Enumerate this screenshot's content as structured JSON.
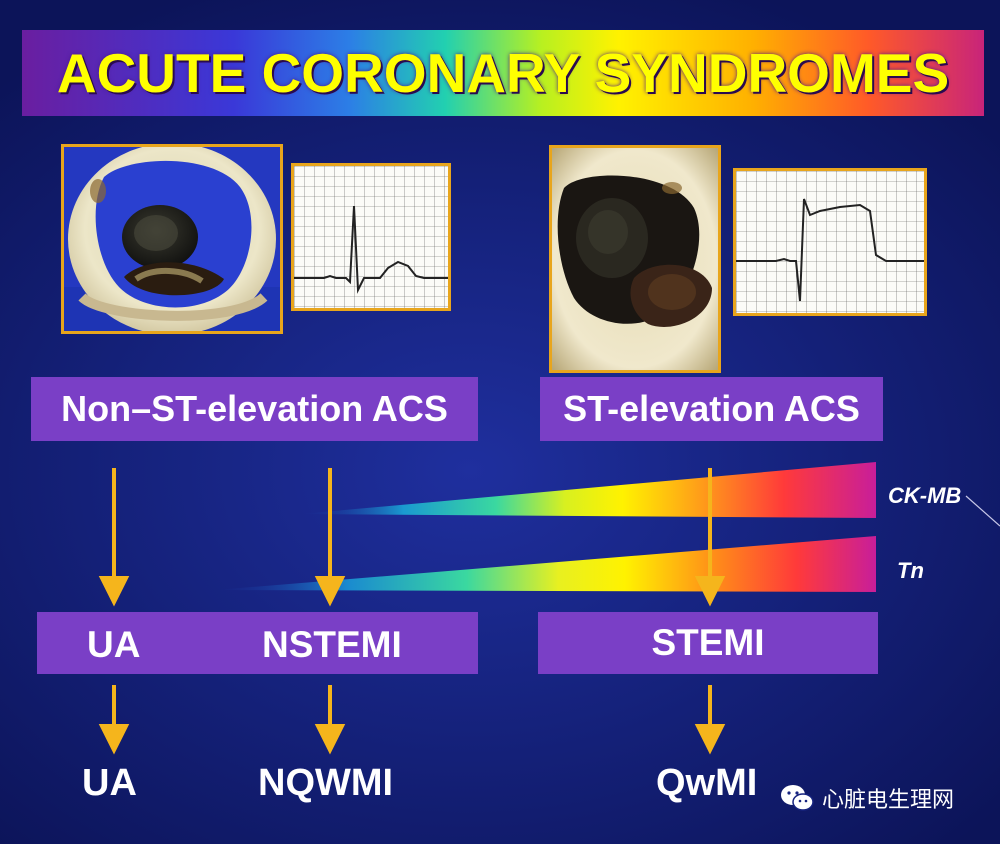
{
  "title": "ACUTE CORONARY SYNDROMES",
  "categories": {
    "nste": "Non–ST-elevation ACS",
    "ste": "ST-elevation ACS"
  },
  "diagnoses": {
    "ua": "UA",
    "nstemi": "NSTEMI",
    "stemi": "STEMI"
  },
  "outcomes": {
    "ua": "UA",
    "nqwmi": "NQWMI",
    "qwmi": "QwMI"
  },
  "markers": {
    "ckmb": "CK-MB",
    "tn": "Tn"
  },
  "watermark": "心脏电生理网",
  "colors": {
    "label_bg": "#7a3fc6",
    "arrow": "#f5b51c",
    "title_text": "#ffff00",
    "frame": "#e8a51c"
  }
}
